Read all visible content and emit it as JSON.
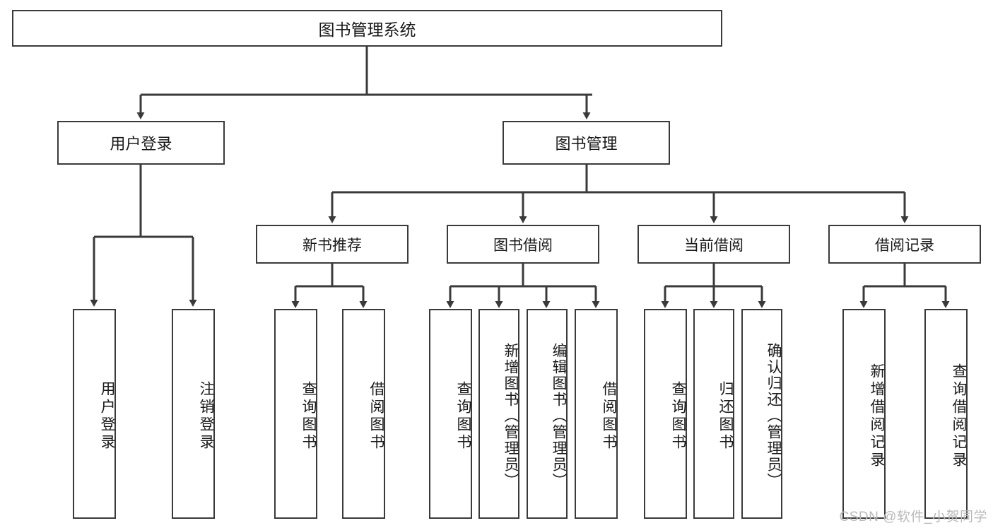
{
  "diagram": {
    "type": "hierarchy-tree",
    "title": "图书管理系统",
    "root": {
      "label": "图书管理系统"
    },
    "level2": [
      {
        "id": "user-login",
        "label": "用户登录"
      },
      {
        "id": "book-manage",
        "label": "图书管理"
      }
    ],
    "level3": [
      {
        "id": "new-book-recommend",
        "label": "新书推荐",
        "parent": "book-manage"
      },
      {
        "id": "book-borrow",
        "label": "图书借阅",
        "parent": "book-manage"
      },
      {
        "id": "current-borrow",
        "label": "当前借阅",
        "parent": "book-manage"
      },
      {
        "id": "borrow-record",
        "label": "借阅记录",
        "parent": "book-manage"
      }
    ],
    "leaves": [
      {
        "id": "leaf-user-login",
        "label": "用户登录",
        "parent": "user-login"
      },
      {
        "id": "leaf-logout-login",
        "label": "注销登录",
        "parent": "user-login"
      },
      {
        "id": "leaf-query-book-1",
        "label": "查询图书",
        "parent": "new-book-recommend"
      },
      {
        "id": "leaf-borrow-book-1",
        "label": "借阅图书",
        "parent": "new-book-recommend"
      },
      {
        "id": "leaf-query-book-2",
        "label": "查询图书",
        "parent": "book-borrow"
      },
      {
        "id": "leaf-add-book",
        "label": "新增图书（管理员）",
        "parent": "book-borrow"
      },
      {
        "id": "leaf-edit-book",
        "label": "编辑图书（管理员）",
        "parent": "book-borrow"
      },
      {
        "id": "leaf-borrow-book-2",
        "label": "借阅图书",
        "parent": "book-borrow"
      },
      {
        "id": "leaf-query-book-3",
        "label": "查询图书",
        "parent": "current-borrow"
      },
      {
        "id": "leaf-return-book",
        "label": "归还图书",
        "parent": "current-borrow"
      },
      {
        "id": "leaf-confirm-return",
        "label": "确认归还（管理员）",
        "parent": "current-borrow"
      },
      {
        "id": "leaf-add-record",
        "label": "新增借阅记录",
        "parent": "borrow-record"
      },
      {
        "id": "leaf-query-record",
        "label": "查询借阅记录",
        "parent": "borrow-record"
      }
    ],
    "colors": {
      "stroke": "#3a3a3a",
      "background": "#ffffff",
      "text": "#1a1a1a",
      "watermark": "#b9b9b9"
    }
  },
  "watermark": {
    "text": "CSDN @软件_小贺同学"
  }
}
